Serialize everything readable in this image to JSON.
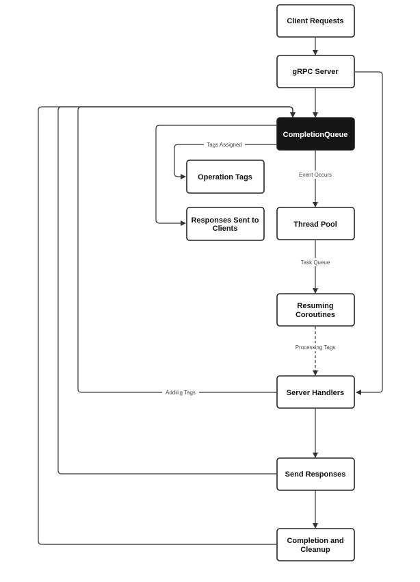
{
  "nodes": {
    "client_requests": {
      "label": "Client Requests"
    },
    "grpc_server": {
      "label": "gRPC Server"
    },
    "completion_queue": {
      "label": "CompletionQueue"
    },
    "operation_tags": {
      "label": "Operation Tags"
    },
    "responses_sent": {
      "label1": "Responses Sent to",
      "label2": "Clients"
    },
    "thread_pool": {
      "label": "Thread Pool"
    },
    "resuming_coroutines": {
      "label1": "Resuming",
      "label2": "Coroutines"
    },
    "server_handlers": {
      "label": "Server Handlers"
    },
    "send_responses": {
      "label": "Send Responses"
    },
    "completion_cleanup": {
      "label1": "Completion and",
      "label2": "Cleanup"
    }
  },
  "edges": {
    "tags_assigned": "Tags Assigned",
    "event_occurs": "Event Occurs",
    "task_queue": "Task Queue",
    "processing_tags": "Processing Tags",
    "adding_tags": "Adding Tags"
  },
  "colors": {
    "node_border": "#222222",
    "node_fill": "#ffffff",
    "highlight_fill": "#161616",
    "highlight_text": "#ffffff",
    "edge": "#333333"
  }
}
